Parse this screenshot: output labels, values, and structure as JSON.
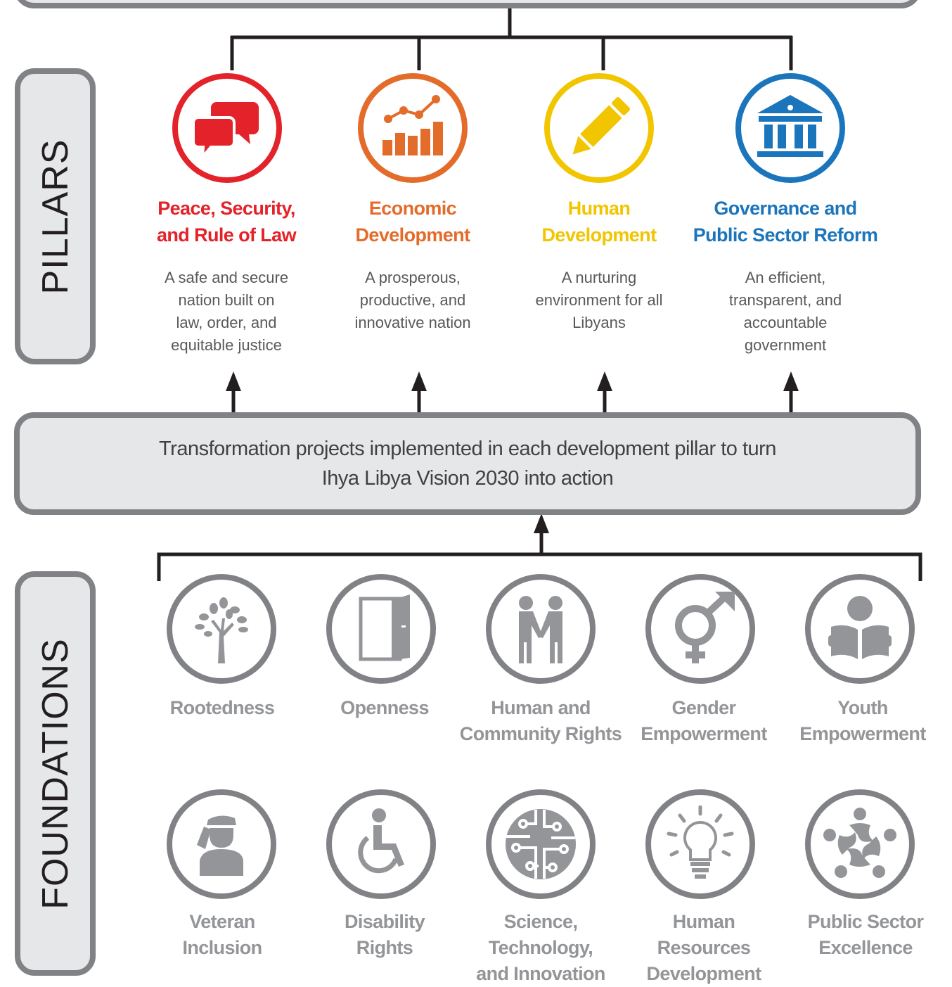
{
  "side_labels": {
    "pillars": "PILLARS",
    "foundations": "FOUNDATIONS"
  },
  "colors": {
    "peace": "#e4222a",
    "economic": "#e36c2b",
    "human": "#f1c500",
    "governance": "#1b75bc",
    "foundation_gray": "#939598",
    "box_border": "#808285",
    "box_fill": "#e6e7e8"
  },
  "pillars": [
    {
      "icon": "speech-bubbles-icon",
      "title_lines": [
        "Peace, Security,",
        "and Rule of Law"
      ],
      "desc_lines": [
        "A safe and secure",
        "nation built on",
        "law, order, and",
        "equitable justice"
      ]
    },
    {
      "icon": "growth-chart-icon",
      "title_lines": [
        "Economic",
        "Development"
      ],
      "desc_lines": [
        "A prosperous,",
        "productive, and",
        "innovative nation"
      ]
    },
    {
      "icon": "pencil-icon",
      "title_lines": [
        "Human",
        "Development"
      ],
      "desc_lines": [
        "A nurturing",
        "environment for all",
        "Libyans"
      ]
    },
    {
      "icon": "government-building-icon",
      "title_lines": [
        "Governance and",
        "Public Sector Reform"
      ],
      "desc_lines": [
        "An efficient,",
        "transparent, and",
        "accountable",
        "government"
      ]
    }
  ],
  "transformation": {
    "lines": [
      "Transformation projects implemented in each development pillar to turn",
      "Ihya Libya Vision 2030 into action"
    ]
  },
  "foundations": [
    {
      "icon": "tree-icon",
      "label_lines": [
        "Rootedness"
      ]
    },
    {
      "icon": "open-door-icon",
      "label_lines": [
        "Openness"
      ]
    },
    {
      "icon": "handshake-icon",
      "label_lines": [
        "Human and",
        "Community Rights"
      ]
    },
    {
      "icon": "gender-symbol-icon",
      "label_lines": [
        "Gender",
        "Empowerment"
      ]
    },
    {
      "icon": "reading-youth-icon",
      "label_lines": [
        "Youth",
        "Empowerment"
      ]
    },
    {
      "icon": "saluting-soldier-icon",
      "label_lines": [
        "Veteran",
        "Inclusion"
      ]
    },
    {
      "icon": "wheelchair-icon",
      "label_lines": [
        "Disability",
        "Rights"
      ]
    },
    {
      "icon": "circuit-icon",
      "label_lines": [
        "Science,",
        "Technology,",
        "and Innovation"
      ]
    },
    {
      "icon": "lightbulb-icon",
      "label_lines": [
        "Human",
        "Resources",
        "Development"
      ]
    },
    {
      "icon": "people-circle-icon",
      "label_lines": [
        "Public Sector",
        "Excellence"
      ]
    }
  ]
}
